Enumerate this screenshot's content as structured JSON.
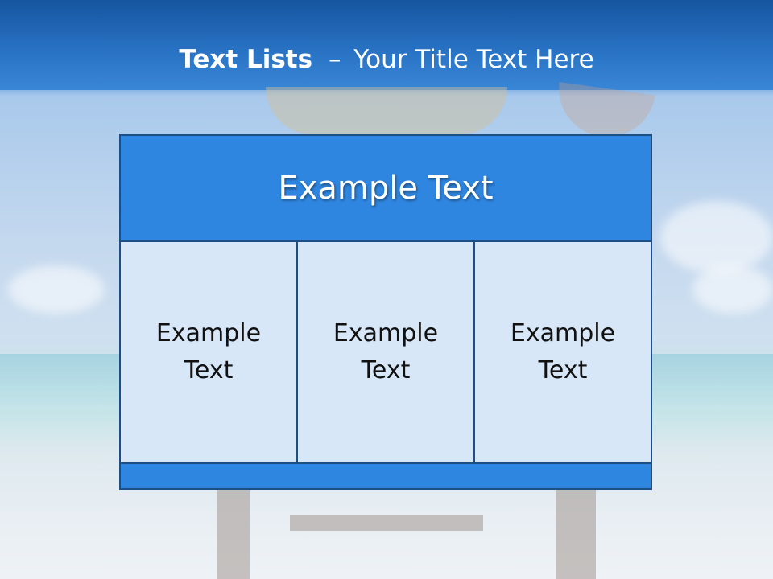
{
  "slide": {
    "title_bold": "Text Lists",
    "title_separator": "–",
    "title_rest": "Your Title Text Here"
  },
  "table": {
    "header": "Example Text",
    "columns": [
      {
        "text": "Example Text"
      },
      {
        "text": "Example Text"
      },
      {
        "text": "Example Text"
      }
    ]
  },
  "colors": {
    "header_blue": "#2f86e0",
    "cell_light": "#d7e7f8",
    "border": "#1b4f86"
  }
}
